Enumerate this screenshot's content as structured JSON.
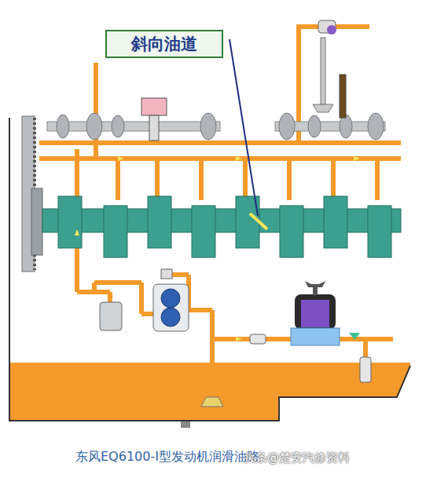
{
  "diagram": {
    "caption": "东风EQ6100-I型发动机润滑油路",
    "nodes": [
      {
        "text": [
          "斜向油道"
        ]
      }
    ],
    "edges": [],
    "labels": [
      "头条@楚安汽修资料"
    ]
  }
}
